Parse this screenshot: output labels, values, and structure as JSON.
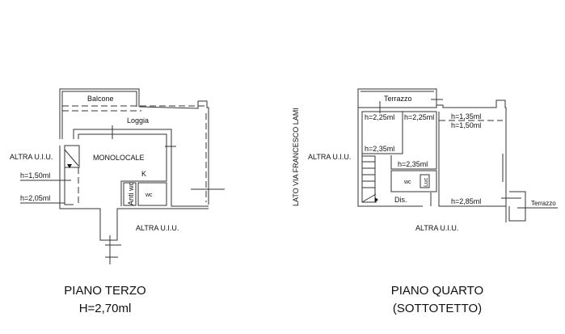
{
  "plan_left": {
    "rooms": {
      "balcone": "Balcone",
      "loggia": "Loggia",
      "monolocale": "MONOLOCALE",
      "k": "K",
      "antiwc": "Anti wc",
      "wc": "wc"
    },
    "labels": {
      "altra_left": "ALTRA U.I.U.",
      "altra_bottom": "ALTRA U.I.U.",
      "h1": "h=1,50ml",
      "h2": "h=2,05ml"
    },
    "title": "PIANO TERZO",
    "subtitle": "H=2,70ml"
  },
  "plan_right": {
    "rooms": {
      "terrazzo_top": "Terrazzo",
      "terrazzo_right": "Terrazzo",
      "dis": "Dis.",
      "wc": "wc",
      "luc": "Luc"
    },
    "labels": {
      "street": "LATO VIA FRANCESCO LAMI",
      "altra_left": "ALTRA U.I.U.",
      "altra_bottom": "ALTRA U.I.U.",
      "h_a": "h=2,25ml",
      "h_b": "h=2,25ml",
      "h_c": "h=1,35ml",
      "h_d": "h=1,50ml",
      "h_e": "h=2,35ml",
      "h_f": "h=2,35ml",
      "h_g": "h=2,85ml"
    },
    "title": "PIANO QUARTO",
    "subtitle": "(SOTTOTETTO)"
  }
}
